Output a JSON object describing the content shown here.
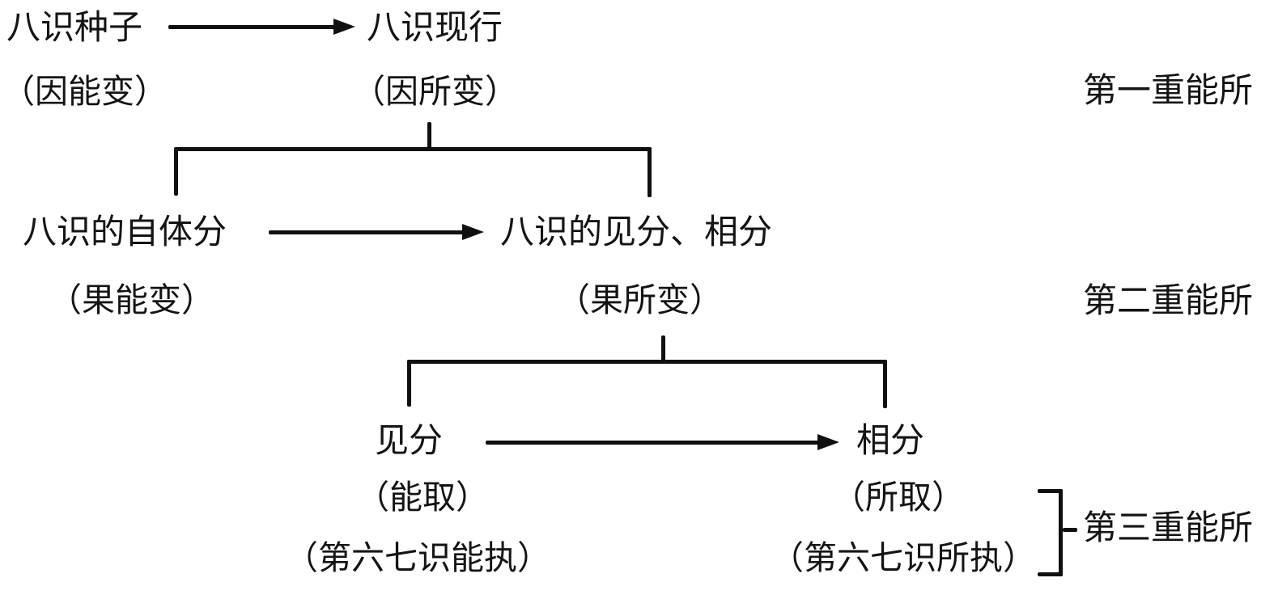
{
  "diagram": {
    "description": "three-fold subject-object transformation diagram of the eight consciousnesses",
    "levels": [
      {
        "source": {
          "label": "八识种子",
          "note": "（因能变）"
        },
        "target": {
          "label": "八识现行",
          "note": "（因所变）"
        },
        "stage_label": "第一重能所"
      },
      {
        "source": {
          "label": "八识的自体分",
          "note": "（果能变）"
        },
        "target": {
          "label": "八识的见分、相分",
          "note": "（果所变）"
        },
        "stage_label": "第二重能所"
      },
      {
        "source": {
          "label": "见分",
          "note": "（能取）",
          "note2": "（第六七识能执）"
        },
        "target": {
          "label": "相分",
          "note": "（所取）",
          "note2": "（第六七识所执）"
        },
        "stage_label": "第三重能所"
      }
    ],
    "colors": {
      "ink": "#101010",
      "background": "#ffffff"
    }
  }
}
